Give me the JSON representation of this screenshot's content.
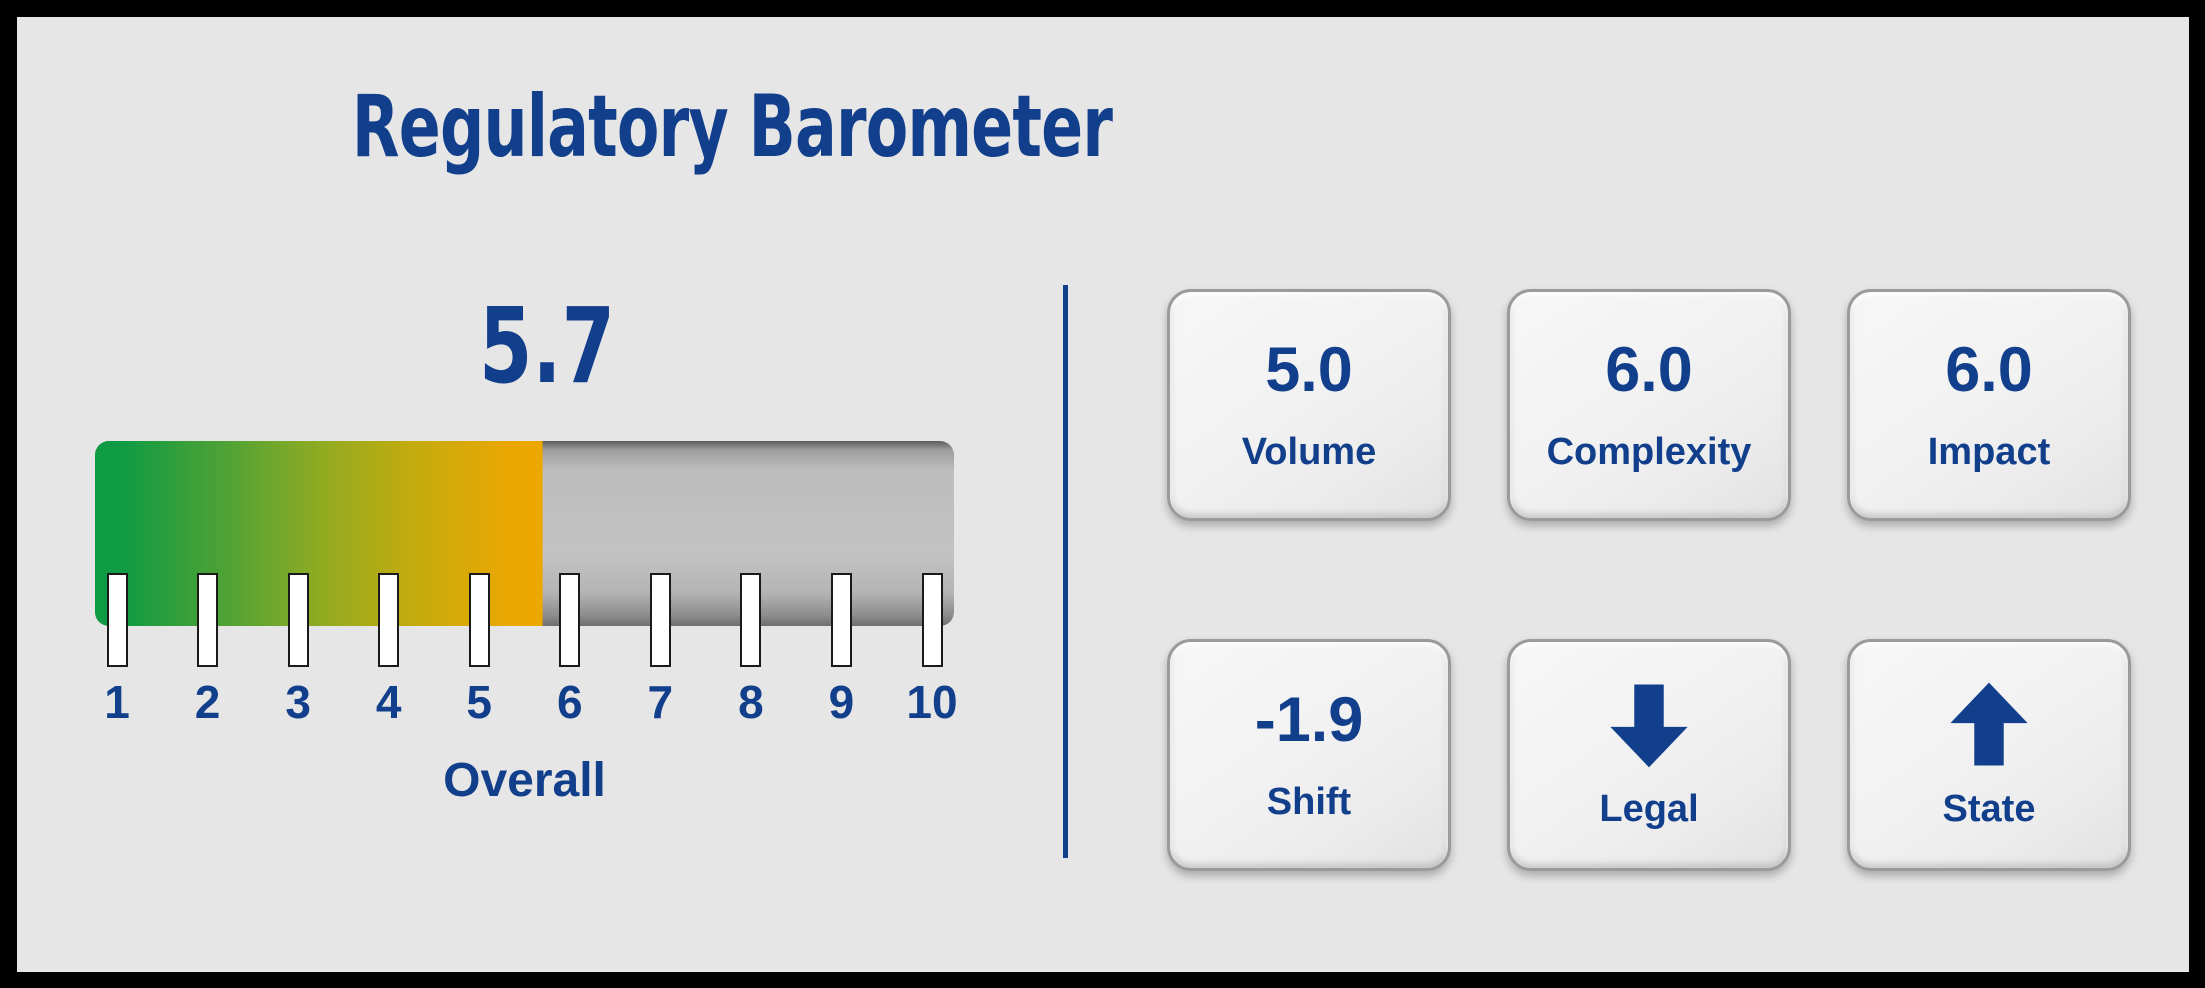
{
  "header": {
    "title": "Regulatory Barometer"
  },
  "theme": {
    "accent_blue": "#123F8C",
    "background": "#E6E6E6",
    "frame": "#000000",
    "gauge_low": "#0F9B43",
    "gauge_high": "#EDA700",
    "gauge_empty": "#C2C2C2"
  },
  "gauge": {
    "value_label": "5.7",
    "caption": "Overall",
    "min": 1,
    "max": 10,
    "scale_labels": [
      "1",
      "2",
      "3",
      "4",
      "5",
      "6",
      "7",
      "8",
      "9",
      "10"
    ]
  },
  "kpis": [
    {
      "value": "5.0",
      "label": "Volume",
      "icon": null
    },
    {
      "value": "6.0",
      "label": "Complexity",
      "icon": null
    },
    {
      "value": "6.0",
      "label": "Impact",
      "icon": null
    },
    {
      "value": "-1.9",
      "label": "Shift",
      "icon": null
    },
    {
      "value": null,
      "label": "Legal",
      "icon": "arrow-down-icon"
    },
    {
      "value": null,
      "label": "State",
      "icon": "arrow-up-icon"
    }
  ],
  "chart_data": {
    "type": "bar",
    "title": "Regulatory Barometer",
    "subtitle": "",
    "xlabel": "Overall",
    "ylabel": "",
    "categories": [
      "Overall"
    ],
    "values": [
      5.7
    ],
    "xlim": [
      1,
      10
    ],
    "ylim": [
      0,
      10
    ],
    "grid": false,
    "legend": "none",
    "tick_labels": [
      "1",
      "2",
      "3",
      "4",
      "5",
      "6",
      "7",
      "8",
      "9",
      "10"
    ],
    "annotations": [
      {
        "name": "Volume",
        "value": 5.0
      },
      {
        "name": "Complexity",
        "value": 6.0
      },
      {
        "name": "Impact",
        "value": 6.0
      },
      {
        "name": "Shift",
        "value": -1.9
      },
      {
        "name": "Legal",
        "value": "down"
      },
      {
        "name": "State",
        "value": "up"
      }
    ]
  }
}
